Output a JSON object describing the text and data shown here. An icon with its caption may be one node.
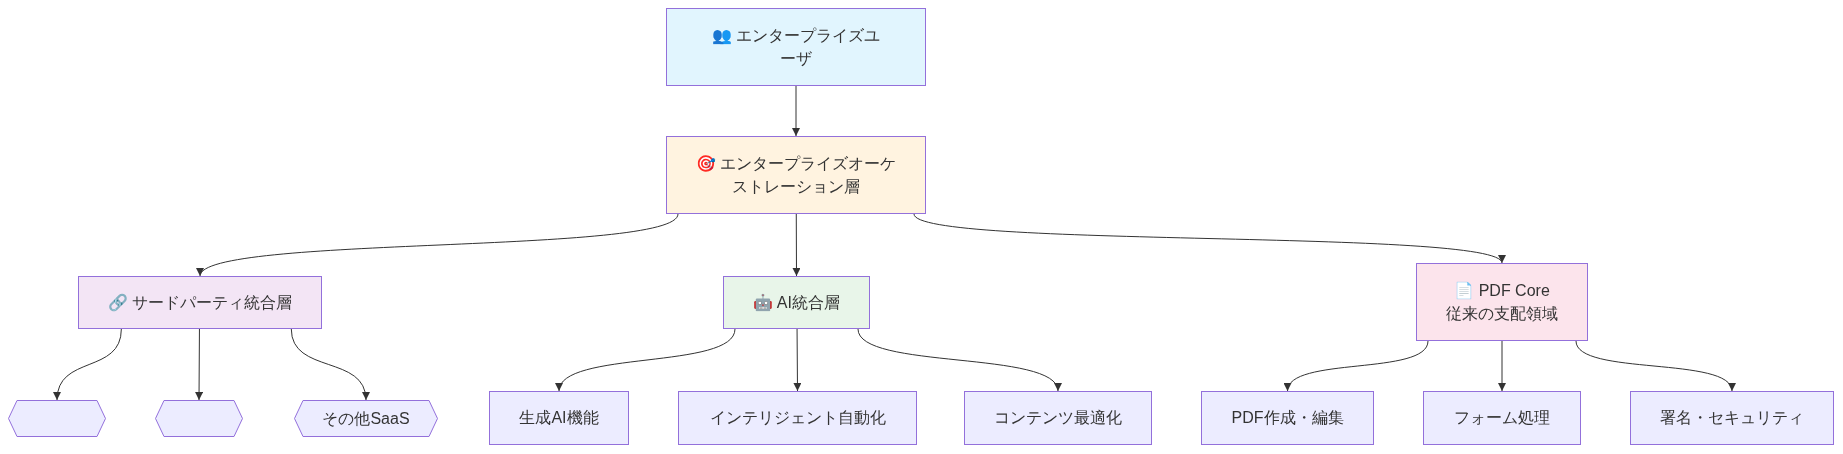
{
  "diagram": {
    "nodes": [
      {
        "text": [
          "👥 エンタープライズユーザ"
        ]
      },
      {
        "text": [
          "🎯 エンタープライズオーケストレーション層"
        ]
      },
      {
        "text": [
          "🔗 サードパーティ統合層"
        ]
      },
      {
        "text": [
          "🤖 AI統合層"
        ]
      },
      {
        "text": [
          "📄 PDF Core",
          "従来の支配領域"
        ]
      },
      {
        "text": [],
        "shape": "hexagon"
      },
      {
        "text": [],
        "shape": "hexagon"
      },
      {
        "text": [
          "その他SaaS"
        ]
      },
      {
        "text": [
          "生成AI機能"
        ]
      },
      {
        "text": [
          "インテリジェント自動化"
        ]
      },
      {
        "text": [
          "コンテンツ最適化"
        ]
      },
      {
        "text": [
          "PDF作成・編集"
        ]
      },
      {
        "text": [
          "フォーム処理"
        ]
      },
      {
        "text": [
          "署名・セキュリティ"
        ]
      }
    ],
    "edges": [
      {
        "from": 0,
        "to": 1,
        "arrow": "to"
      },
      {
        "from": 1,
        "to": 2,
        "arrow": "to"
      },
      {
        "from": 1,
        "to": 3,
        "arrow": "to"
      },
      {
        "from": 1,
        "to": 4,
        "arrow": "to"
      },
      {
        "from": 2,
        "to": 5,
        "arrow": "to"
      },
      {
        "from": 2,
        "to": 6,
        "arrow": "to"
      },
      {
        "from": 2,
        "to": 7,
        "arrow": "to"
      },
      {
        "from": 3,
        "to": 8,
        "arrow": "to"
      },
      {
        "from": 3,
        "to": 9,
        "arrow": "to"
      },
      {
        "from": 3,
        "to": 10,
        "arrow": "to"
      },
      {
        "from": 4,
        "to": 11,
        "arrow": "to"
      },
      {
        "from": 4,
        "to": 12,
        "arrow": "to"
      },
      {
        "from": 4,
        "to": 13,
        "arrow": "to"
      }
    ]
  }
}
